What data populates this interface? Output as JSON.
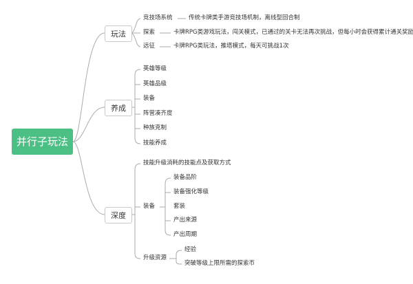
{
  "root": "并行子玩法",
  "branches": [
    {
      "label": "玩法",
      "items": [
        {
          "label": "竞技场系统",
          "desc": "传统卡牌类手游竞技场机制，离线型回合制"
        },
        {
          "label": "探索",
          "desc": "卡牌RPG类游戏玩法，闯关模式，已通过的关卡无法再次挑战，但每小时会获得累计通关奖励"
        },
        {
          "label": "远征",
          "desc": "卡牌RPG类玩法，推塔模式，每天可挑战1次"
        }
      ]
    },
    {
      "label": "养成",
      "items": [
        "英雄等级",
        "英雄品级",
        "装备",
        "阵营凑齐度",
        "种族克制",
        "技能养成"
      ]
    },
    {
      "label": "深度",
      "items": [
        {
          "label": "技能升级消耗的技能点及获取方式"
        },
        {
          "label": "装备",
          "children": [
            "装备品阶",
            "装备强化等级",
            "套装",
            "产出来源",
            "产出周期"
          ]
        },
        {
          "label": "升级资源",
          "children": [
            "经验",
            "突破等级上限所需的探索币"
          ]
        }
      ]
    }
  ],
  "colors": {
    "root_fill": "#4cbf84",
    "line": "#aaaaaa",
    "box_border": "#c9c9c9"
  }
}
